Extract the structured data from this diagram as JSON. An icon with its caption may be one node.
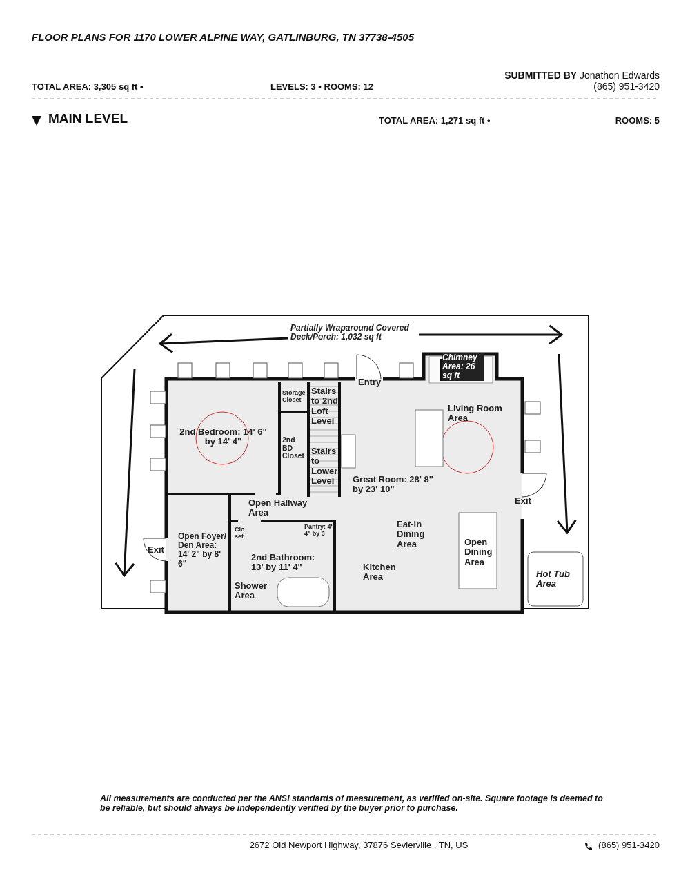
{
  "diagram": {
    "title": "FLOOR PLANS FOR 1170 LOWER ALPINE WAY, GATLINBURG, TN 37738-4505",
    "caption": "All measurements are conducted per the ANSI standards of measurement, as verified on-site. Square footage is deemed to be reliable, but should always be independently verified by the buyer prior to purchase.",
    "labels": [
      "**SUBMITTED BY** Jonathon Edwards",
      "TOTAL AREA: 3,305 sq ft •",
      "LEVELS:  3 • ROOMS: 12",
      "(865) 951-3420",
      "MAIN LEVEL",
      "TOTAL AREA: 1,271 sq ft •",
      "ROOMS: 5",
      "Partially Wraparound Covered Deck/Porch: 1,032 sq ft",
      "Chimney Area: 26 sq ft",
      "Storage Closet",
      "Stairs to 2nd Loft Level",
      "Entry",
      "Living Room Area",
      "2nd Bedroom: 14' 6\" by 14' 4\"",
      "2nd BD Closet",
      "Stairs to Lower Level",
      "Great Room: 28' 8\" by 23' 10\"",
      "Open Hallway Area",
      "Exit",
      "Clo set",
      "Pantry: 4' 4\" by 3",
      "Eat-in Dining Area",
      "Open Foyer/ Den Area: 14' 2\" by 8' 6\"",
      "Exit",
      "2nd Bathroom: 13' by 11' 4\"",
      "Open Dining Area",
      "Kitchen Area",
      "Hot Tub Area",
      "Shower Area",
      "2672 Old Newport Highway, 37876 Sevierville , TN, US",
      "(865) 951-3420"
    ]
  }
}
